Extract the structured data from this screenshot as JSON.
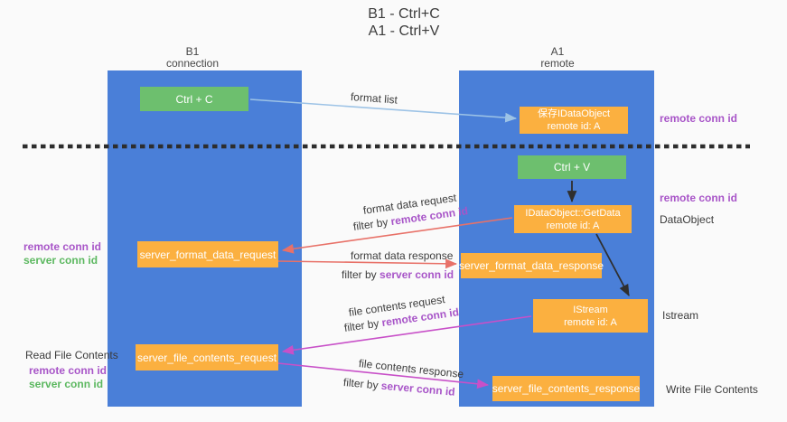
{
  "title": {
    "line1": "B1 - Ctrl+C",
    "line2": "A1 - Ctrl+V"
  },
  "lanes": {
    "left": {
      "name": "B1",
      "subtitle": "connection"
    },
    "right": {
      "name": "A1",
      "subtitle": "remote"
    }
  },
  "nodes": {
    "ctrl_c": {
      "label": "Ctrl + C"
    },
    "ctrl_v": {
      "label": "Ctrl + V"
    },
    "save_dataobject": {
      "line1": "保存IDataObject",
      "line2": "remote id: A"
    },
    "getdata": {
      "line1": "IDataObject::GetData",
      "line2": "remote id: A"
    },
    "istream": {
      "line1": "IStream",
      "line2": "remote id: A"
    },
    "format_request": {
      "label": "server_format_data_request"
    },
    "format_response": {
      "label": "server_format_data_response"
    },
    "file_request": {
      "label": "server_file_contents_request"
    },
    "file_response": {
      "label": "server_file_contents_response"
    }
  },
  "arrows": {
    "format_list": {
      "label": "format list",
      "color": "#9dc3e6"
    },
    "format_data_request": {
      "label": "format data request",
      "filter_prefix": "filter by ",
      "filter_key": "remote conn id",
      "color": "#e87168"
    },
    "format_data_response": {
      "label": "format data response",
      "filter_prefix": "filter by ",
      "filter_key": "server conn id",
      "color": "#e87168"
    },
    "file_contents_request": {
      "label": "file contents request",
      "filter_prefix": "filter by ",
      "filter_key": "remote conn id",
      "color": "#c850c8"
    },
    "file_contents_response": {
      "label": "file contents response",
      "filter_prefix": "filter by ",
      "filter_key": "server conn id",
      "color": "#c850c8"
    }
  },
  "annotations": {
    "right": {
      "remote_conn_id_top": "remote conn id",
      "remote_conn_id_mid": "remote conn id",
      "dataobject": "DataObject",
      "istream": "Istream",
      "write_file_contents": "Write File Contents"
    },
    "left": {
      "remote_conn_id_mid": "remote conn id",
      "server_conn_id_mid": "server conn id",
      "read_file_contents": "Read File Contents",
      "remote_conn_id_bottom": "remote conn id",
      "server_conn_id_bottom": "server conn id"
    }
  },
  "colors": {
    "lane_blue": "#4a7fd8",
    "node_green": "#6dbf6e",
    "node_orange": "#fbb040",
    "arrow_light_blue": "#9dc3e6",
    "arrow_red": "#e87168",
    "arrow_magenta": "#c850c8",
    "arrow_black": "#2f2f2f",
    "text_purple": "#a855c8",
    "text_green": "#5cb860",
    "divider_black": "#2d2d2d",
    "background": "#fafafa"
  }
}
